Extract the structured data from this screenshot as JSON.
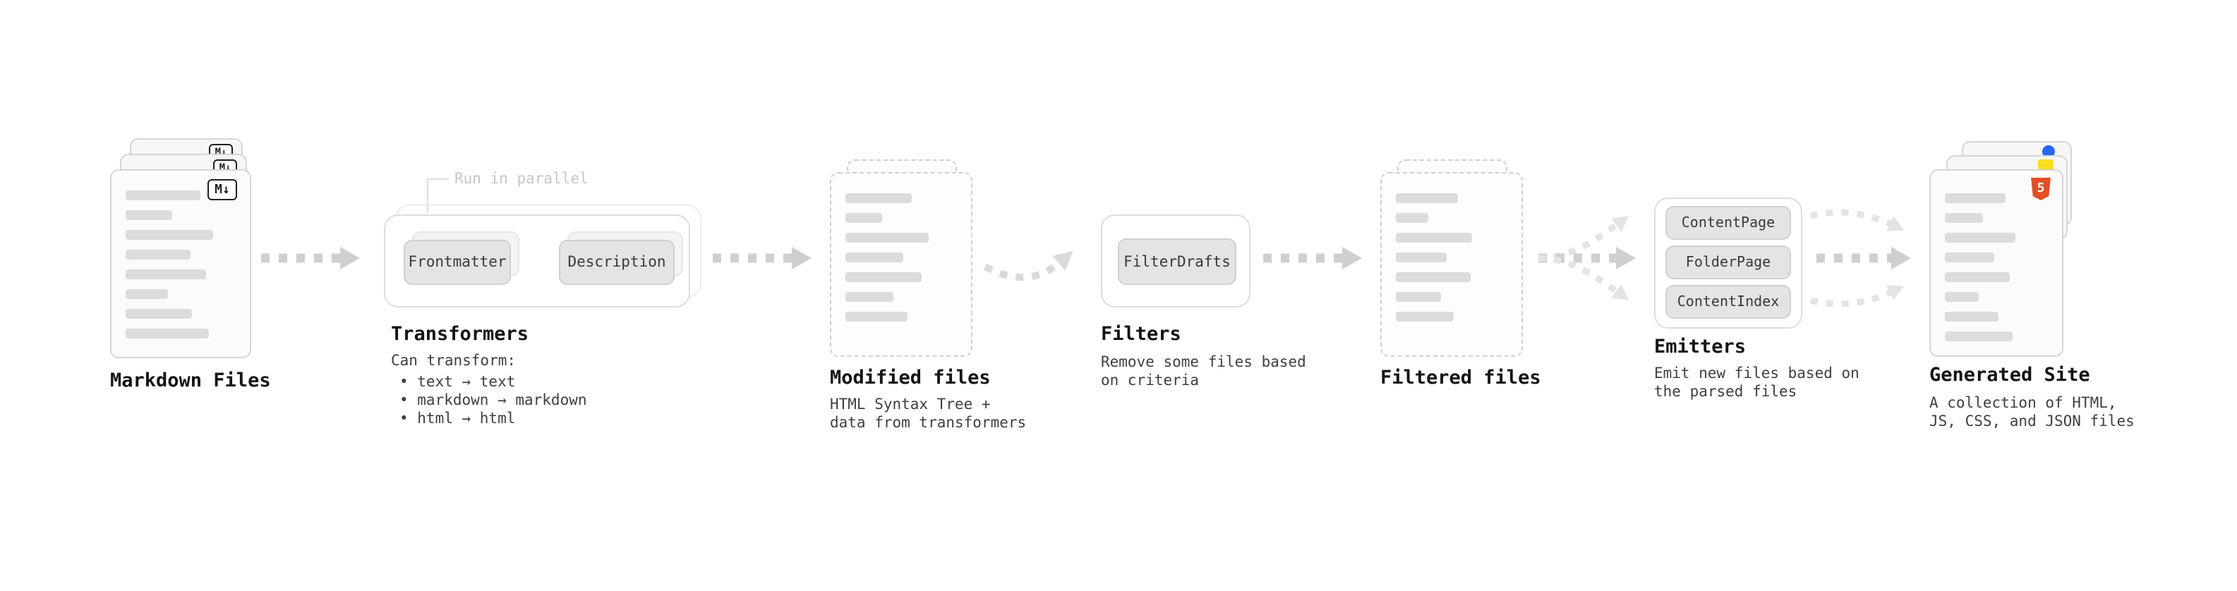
{
  "stages": {
    "markdown_files": {
      "label": "Markdown Files",
      "badge": "M↓"
    },
    "transformers": {
      "callout": "Run in parallel",
      "box1": "Frontmatter",
      "box2": "Description",
      "label": "Transformers",
      "desc_title": "Can transform:",
      "bullets": [
        "• text → text",
        "• markdown → markdown",
        "• html → html"
      ]
    },
    "modified_files": {
      "label": "Modified files",
      "desc": "HTML Syntax Tree +\ndata from transformers"
    },
    "filters": {
      "pill": "FilterDrafts",
      "label": "Filters",
      "desc": "Remove some files based\non criteria"
    },
    "filtered_files": {
      "label": "Filtered files"
    },
    "emitters": {
      "pills": [
        "ContentPage",
        "FolderPage",
        "ContentIndex"
      ],
      "label": "Emitters",
      "desc": "Emit new files based on\nthe parsed files"
    },
    "generated_site": {
      "label": "Generated Site",
      "desc": "A collection of HTML,\nJS, CSS, and JSON files",
      "badge_html": "5"
    }
  },
  "colors": {
    "arrow": "#cfcfcf",
    "arrow_mid": "#dadada",
    "arrow_light": "#e4e4e4",
    "html5_badge": "#e34f26",
    "js_badge": "#f7df1e",
    "css_badge": "#2965f1"
  },
  "doc_bars": {
    "markdown": [
      72,
      45,
      84,
      62,
      77,
      40,
      64,
      80
    ],
    "modified": [
      62,
      34,
      78,
      55,
      72,
      45,
      58
    ],
    "filtered": [
      58,
      30,
      72,
      48,
      70,
      42,
      55
    ],
    "generated": [
      70,
      45,
      82,
      58,
      75,
      40,
      62,
      78
    ]
  }
}
